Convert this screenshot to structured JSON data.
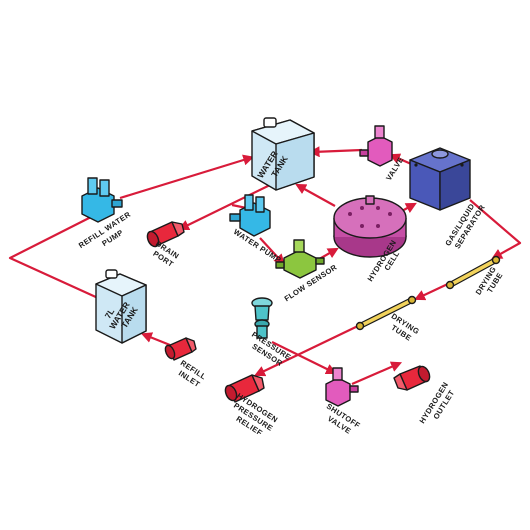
{
  "diagram": {
    "tanks": {
      "water_tank": [
        "WATER",
        "TANK"
      ],
      "seven_l_tank": [
        "7L",
        "WATER",
        "TANK"
      ]
    },
    "labels": {
      "refill_water_pump": [
        "REFILL WATER",
        "PUMP"
      ],
      "drain_port": [
        "DRAIN",
        "PORT"
      ],
      "water_pump": "WATER PUMP",
      "flow_sensor": "FLOW SENSOR",
      "hydrogen_cell": [
        "HYDROGEN",
        "CELL"
      ],
      "valve": "VALVE",
      "gas_liquid_separator": [
        "GAS/LIQUID",
        "SEPARATOR"
      ],
      "drying_tube_right": [
        "DRYING",
        "TUBE"
      ],
      "drying_tube_center": [
        "DRYING",
        "TUBE"
      ],
      "pressure_sensor": [
        "PRESSURE",
        "SENSOR"
      ],
      "refill_inlet": [
        "REFILL",
        "INLET"
      ],
      "hydrogen_pressure_relief": [
        "HYDROGEN",
        "PRESSURE",
        "RELIEF"
      ],
      "shutoff_valve": [
        "SHUTOFF",
        "VALVE"
      ],
      "hydrogen_outlet": [
        "HYDROGEN",
        "OUTLET"
      ]
    },
    "colors": {
      "pipe": "#d81b3a",
      "tank": "#cfe8f5",
      "pump": "#35b8e6",
      "drain_port": "#e8283c",
      "flow_sensor": "#8cc63f",
      "hydrogen_cell": "#c64fa6",
      "valve": "#e25bbd",
      "separator": "#4a58b8",
      "drying_tube": "#f2d35c",
      "pressure_sensor": "#4ec3c9"
    }
  }
}
